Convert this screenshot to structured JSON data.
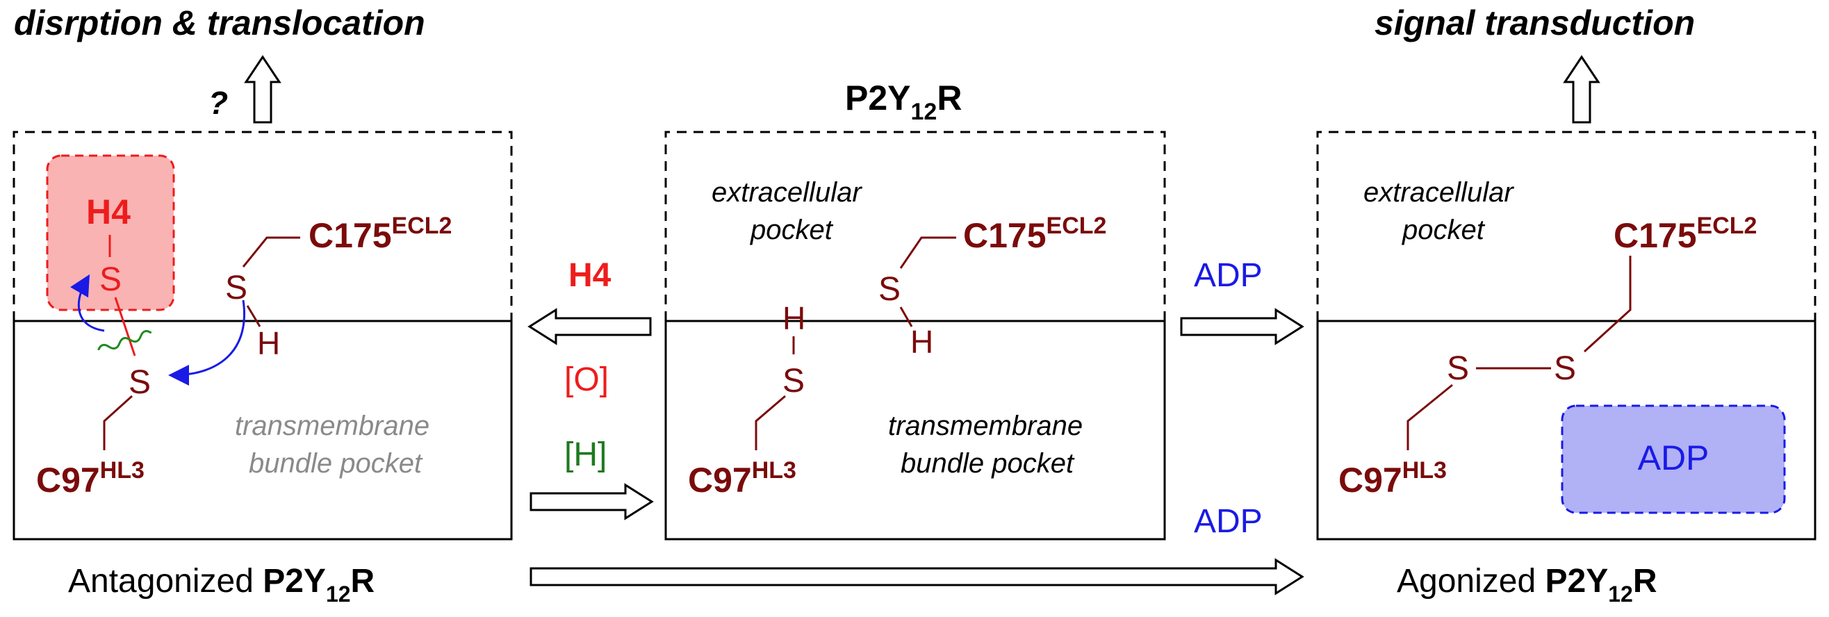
{
  "colors": {
    "residue": "#7a0b0b",
    "h4": "#ee1c1c",
    "adp": "#1a1ae6",
    "reductant": "#1e7a1e",
    "muted": "#8a8a8a",
    "h4_box_fill": "#f9b3b3",
    "adp_box_fill": "#b1b1f6",
    "curved_arrow": "#1a1ae6",
    "wavy_bond": "#1e8a1e"
  },
  "top_left_label": "disrption & translocation",
  "top_left_question": "?",
  "top_right_label": "signal transduction",
  "center_title": {
    "main": "P2Y",
    "sub": "12",
    "suffix": "R"
  },
  "left_panel": {
    "h4_label": "H4",
    "h4_s": "S",
    "c175": {
      "main": "C175",
      "sup": "ECL2"
    },
    "c175_s": "S",
    "c175_h": "H",
    "c97_s": "S",
    "c97": {
      "main": "C97",
      "sup": "HL3"
    },
    "pocket_line1": "transmembrane",
    "pocket_line2": "bundle pocket",
    "caption_prefix": "Antagonized ",
    "caption_main": "P2Y",
    "caption_sub": "12",
    "caption_suffix": "R"
  },
  "middle_panel": {
    "extra_line1": "extracellular",
    "extra_line2": "pocket",
    "c175": {
      "main": "C175",
      "sup": "ECL2"
    },
    "c175_s": "S",
    "c175_h": "H",
    "c97_h": "H",
    "c97_s": "S",
    "c97": {
      "main": "C97",
      "sup": "HL3"
    },
    "pocket_line1": "transmembrane",
    "pocket_line2": "bundle pocket"
  },
  "right_panel": {
    "extra_line1": "extracellular",
    "extra_line2": "pocket",
    "c175": {
      "main": "C175",
      "sup": "ECL2"
    },
    "s1": "S",
    "s2": "S",
    "c97": {
      "main": "C97",
      "sup": "HL3"
    },
    "adp_box_label": "ADP",
    "caption_prefix": "Agonized ",
    "caption_main": "P2Y",
    "caption_sub": "12",
    "caption_suffix": "R"
  },
  "arrows": {
    "h4_label": "H4",
    "oxidation_label": "[O]",
    "reduction_label": "[H]",
    "adp_upper_label": "ADP",
    "adp_lower_label": "ADP"
  }
}
